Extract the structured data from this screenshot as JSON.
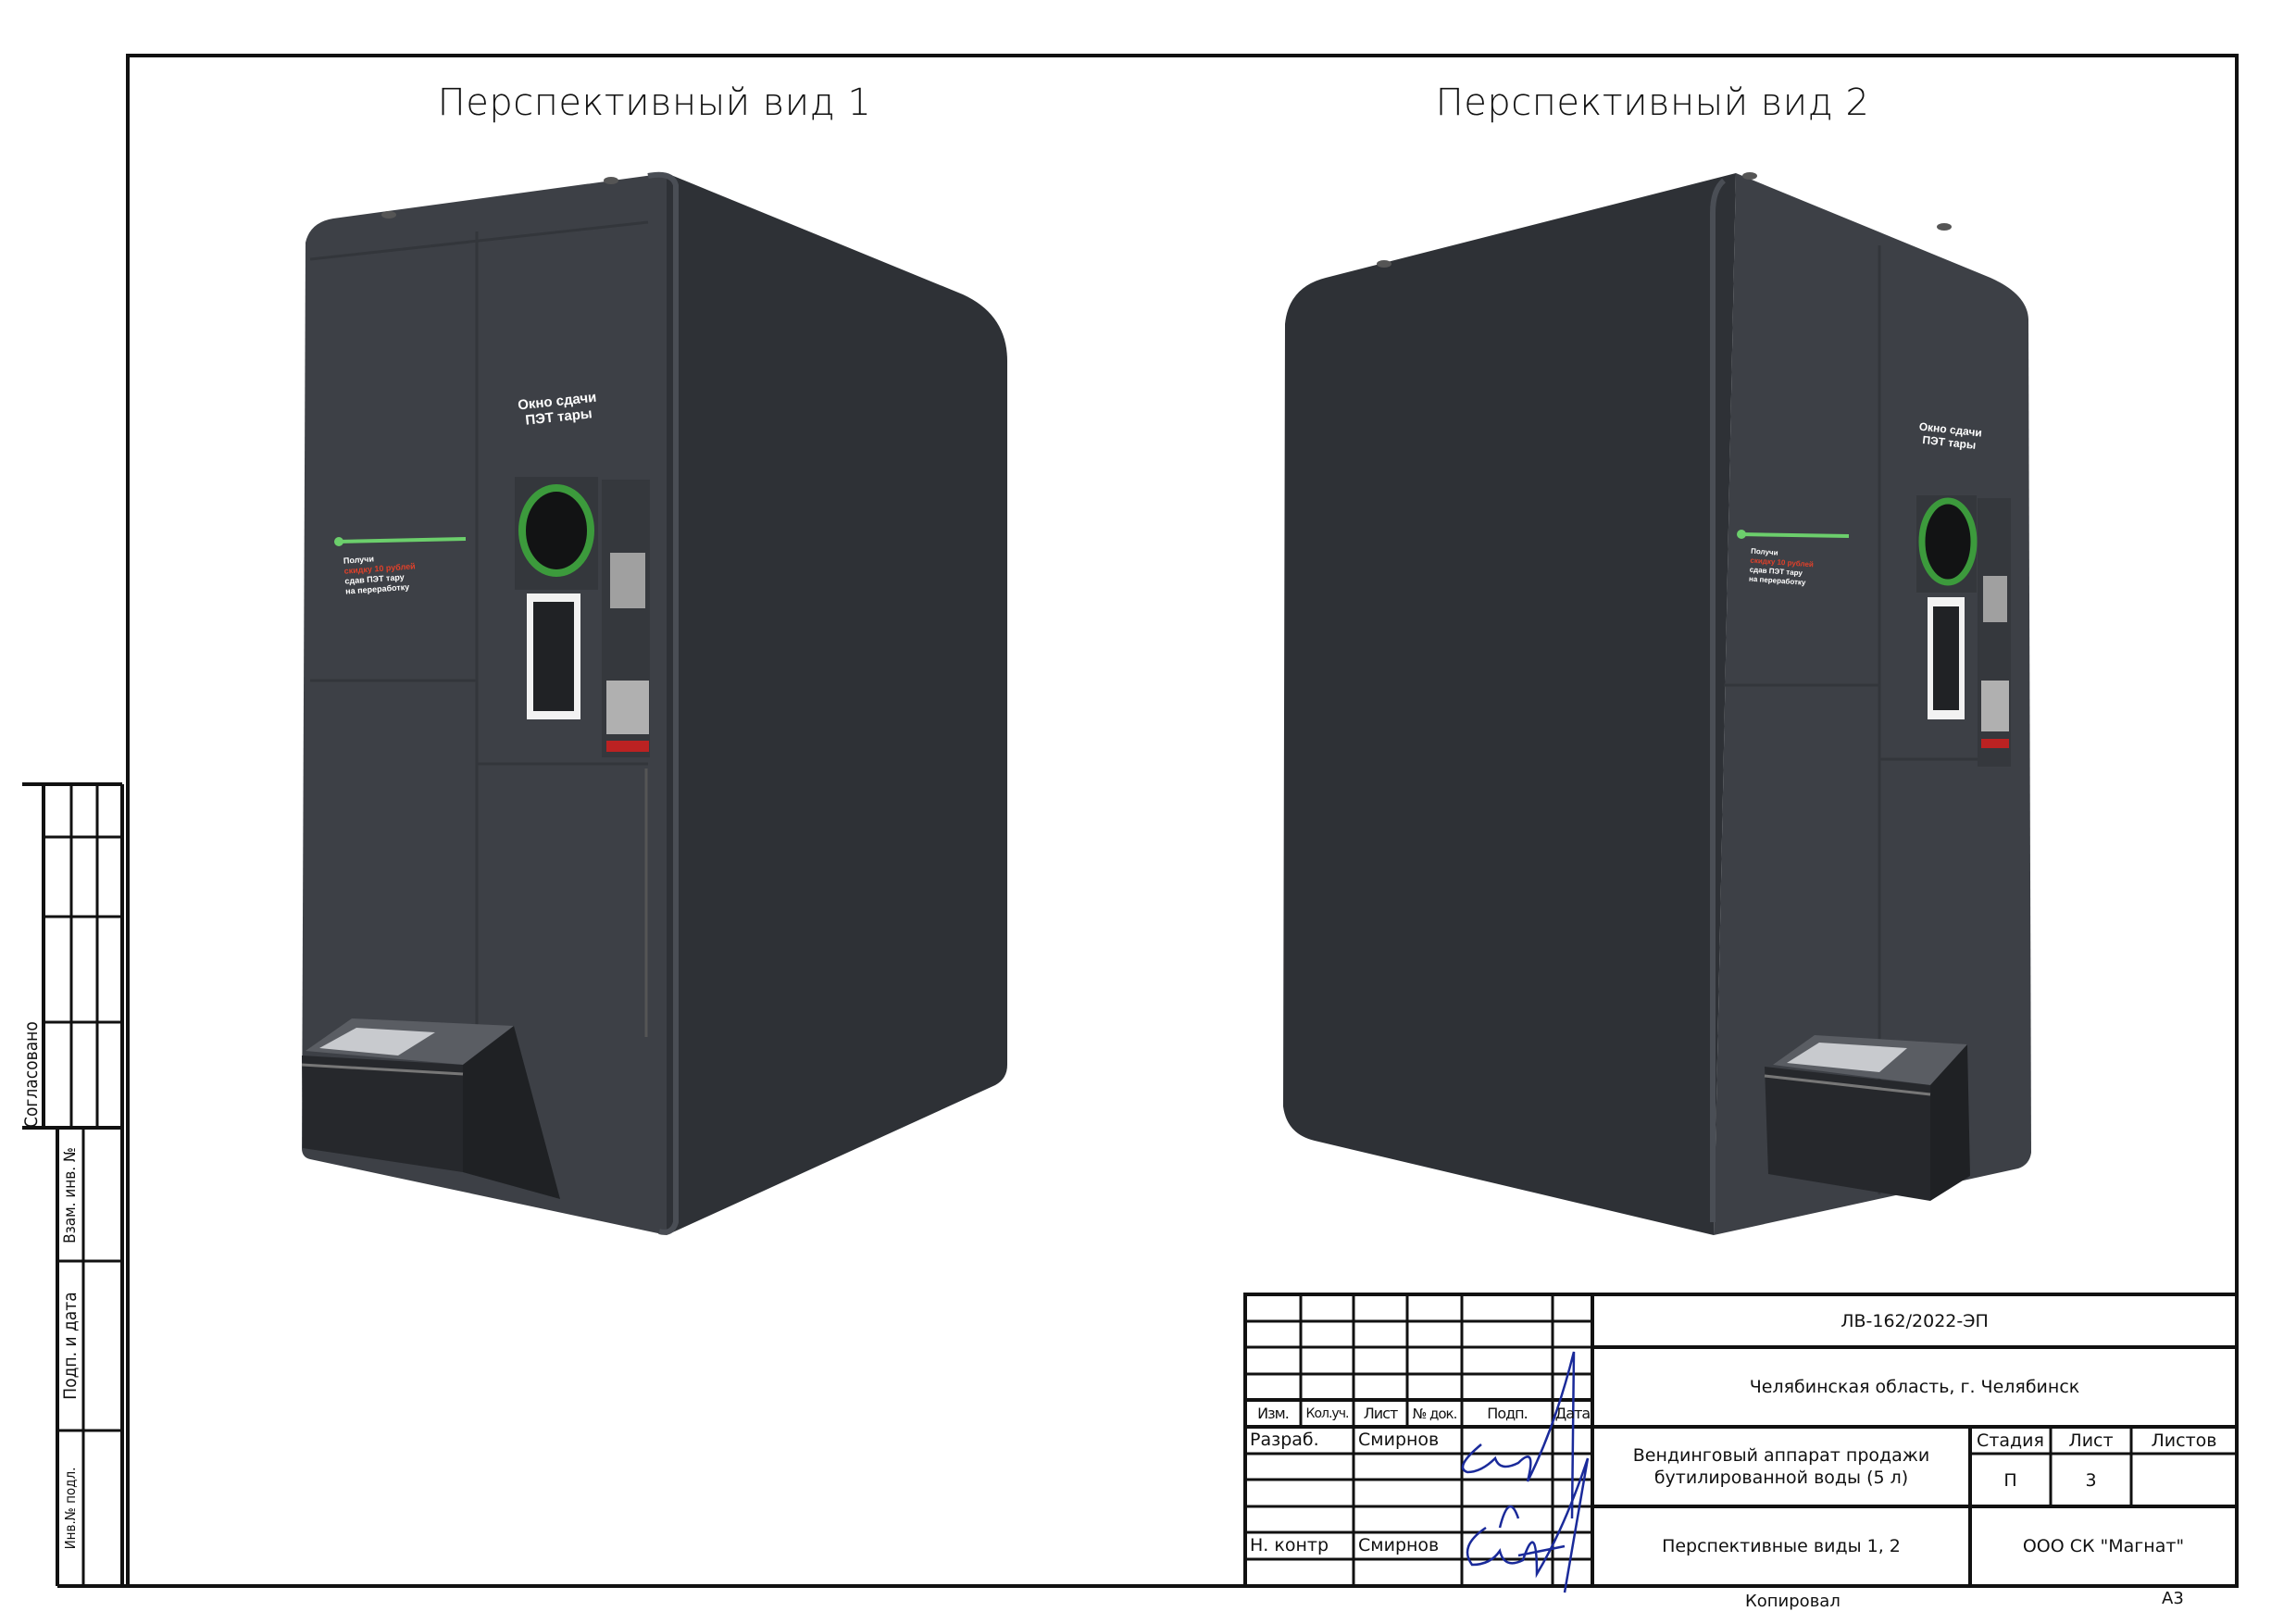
{
  "views": [
    {
      "title": "Перспективный вид 1"
    },
    {
      "title": "Перспективный вид 2"
    }
  ],
  "machine_labels": {
    "window_title_1": "Окно сдачи",
    "window_title_2": "ПЭТ тары",
    "promo_1": "Получи",
    "promo_2": "скидку 10 рублей",
    "promo_3": "сдав ПЭТ тару",
    "promo_4": "на переработку"
  },
  "colors": {
    "machine_front": "#3d4046",
    "machine_side": "#2e3136",
    "accent_green": "#3c9a3c",
    "signature_ink": "#1a2a9a"
  },
  "side_stamp": {
    "agreed": "Согласовано",
    "replace_inv": "Взам. инв. №",
    "sign_date": "Подп. и дата",
    "inv_orig": "Инв.№ подл."
  },
  "title_block": {
    "code": "ЛВ-162/2022-ЭП",
    "location": "Челябинская область, г. Челябинск",
    "object_line1": "Вендинговый аппарат продажи",
    "object_line2": "бутилированной воды (5 л)",
    "sheet_title": "Перспективные виды 1, 2",
    "company": "ООО СК \"Магнат\"",
    "headers": {
      "izm": "Изм.",
      "kol": "Кол.уч.",
      "list": "Лист",
      "ndok": "№ док.",
      "podp": "Подп.",
      "data": "Дата"
    },
    "roles": [
      {
        "role": "Разраб.",
        "name": "Смирнов"
      },
      {
        "role": "Н. контр",
        "name": "Смирнов"
      }
    ],
    "stage_label": "Стадия",
    "sheet_label": "Лист",
    "sheets_label": "Листов",
    "stage": "П",
    "sheet": "3",
    "sheets": ""
  },
  "footer": {
    "copied": "Копировал",
    "format": "А3"
  }
}
